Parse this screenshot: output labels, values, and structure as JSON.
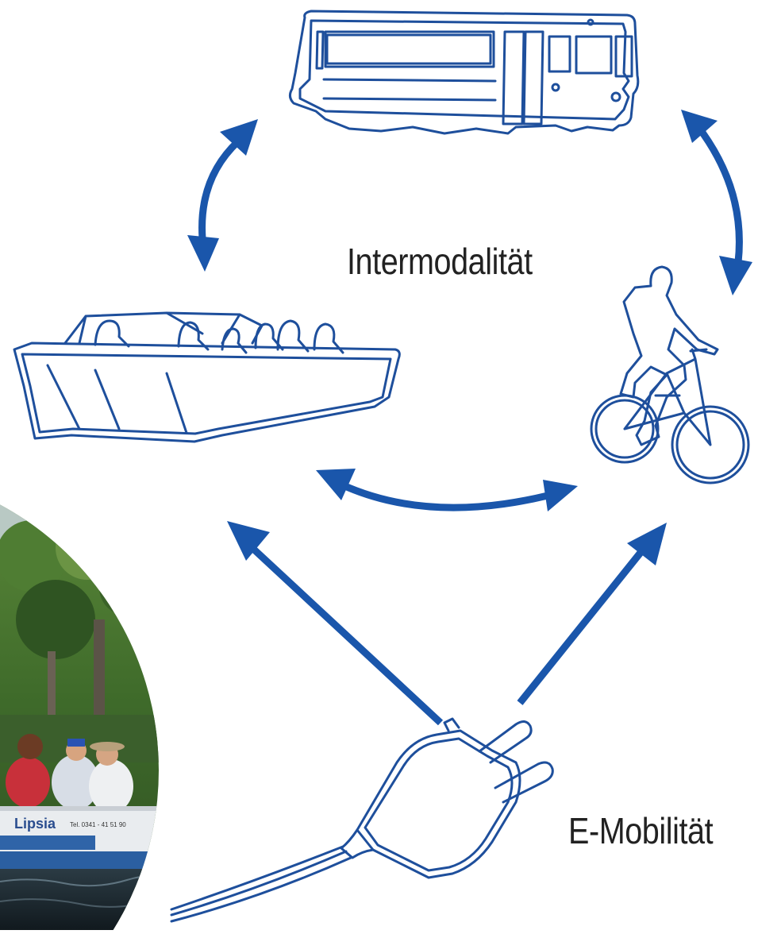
{
  "labels": {
    "intermodality": "Intermodalität",
    "e_mobility": "E-Mobilität"
  },
  "photo": {
    "boat_brand": "Lipsia",
    "boat_phone": "Tel. 0341 - 41 51 90"
  },
  "colors": {
    "arrow": "#1a56ab",
    "line_art": "#1e4f9c",
    "text": "#222222"
  },
  "icons": [
    "bus-icon",
    "boat-icon",
    "cyclist-icon",
    "plug-icon"
  ]
}
